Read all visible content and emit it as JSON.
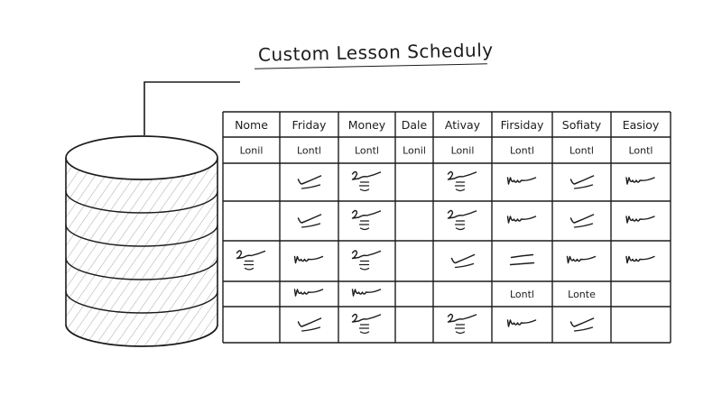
{
  "title": "Custom Lesson Scheduly",
  "table": {
    "headers": [
      "Nome",
      "Friday",
      "Money",
      "Dale",
      "Ativay",
      "Firsiday",
      "Sofiaty",
      "Easioy"
    ],
    "subheaders": [
      "Lonil",
      "Lontl",
      "Lontl",
      "Lonil",
      "Lonil",
      "Lontl",
      "Lontl",
      "Lontl"
    ],
    "rows": [
      [
        "",
        "check",
        "scribble-stack",
        "",
        "scribble-stack",
        "scribble",
        "check",
        "scribble"
      ],
      [
        "",
        "check",
        "scribble-stack",
        "",
        "scribble-stack",
        "scribble",
        "check",
        "scribble"
      ],
      [
        "scribble-stack",
        "scribble",
        "scribble-stack",
        "",
        "check",
        "dash",
        "scribble",
        "scribble"
      ],
      [
        "",
        "scribble",
        "scribble",
        "",
        "",
        "Lontl",
        "Lonte",
        ""
      ],
      [
        "",
        "check",
        "scribble-stack",
        "",
        "scribble-stack",
        "scribble",
        "check",
        ""
      ]
    ]
  },
  "colors": {
    "ink": "#1c1c1c",
    "hatch": "#9a9a9a",
    "paper": "#ffffff"
  },
  "icons": {
    "database": "database-icon"
  }
}
